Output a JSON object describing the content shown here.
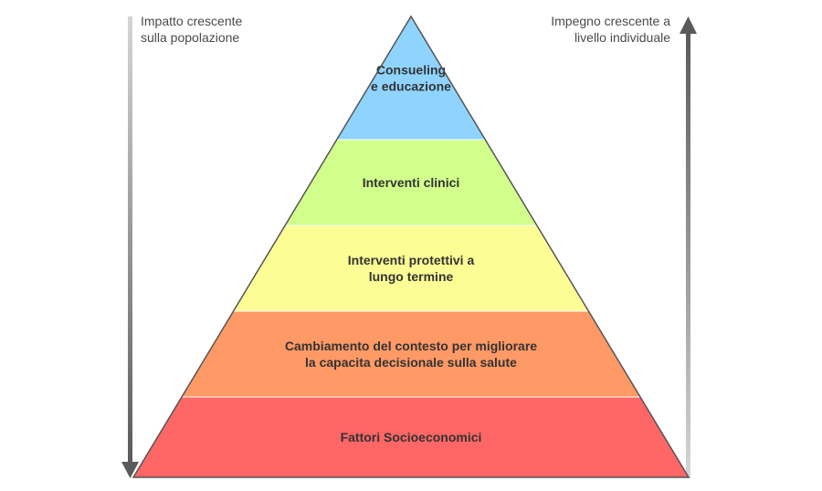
{
  "left_axis": {
    "line1": "Impatto crescente",
    "line2": "sulla popolazione",
    "direction": "down"
  },
  "right_axis": {
    "line1": "Impegno crescente a",
    "line2": "livello individuale",
    "direction": "up"
  },
  "tiers": [
    {
      "lines": [
        "Consueling",
        "e educazione"
      ],
      "color": "#8fd4ff"
    },
    {
      "lines": [
        "Interventi clinici"
      ],
      "color": "#d2ff8c"
    },
    {
      "lines": [
        "Interventi protettivi a",
        "lungo termine"
      ],
      "color": "#fdfd96"
    },
    {
      "lines": [
        "Cambiamento del contesto per migliorare",
        "la capacita decisionale sulla salute"
      ],
      "color": "#ff9966"
    },
    {
      "lines": [
        "Fattori Socioeconomici"
      ],
      "color": "#ff6666"
    }
  ]
}
